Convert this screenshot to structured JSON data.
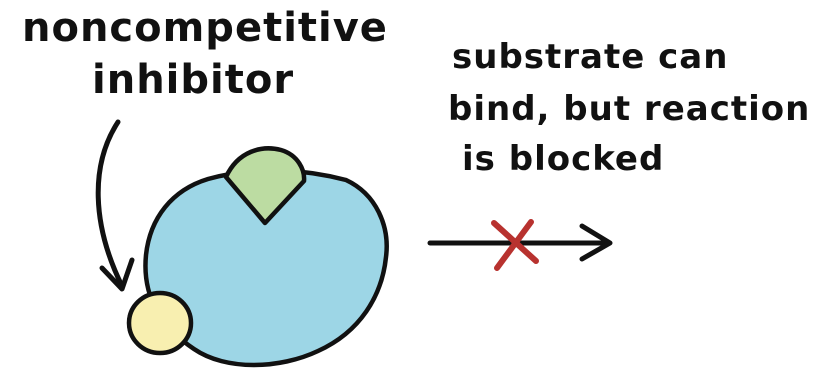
{
  "labels": {
    "inhibitor_line_1": "noncompetitive",
    "inhibitor_line_2": "inhibitor",
    "note_line_1": "substrate can",
    "note_line_2": "bind, but reaction",
    "note_line_3": "is blocked"
  },
  "colors": {
    "enzyme_fill": "#9dd6e6",
    "substrate_fill": "#bcdca2",
    "inhibitor_fill": "#f8efb0",
    "outline": "#111111",
    "blocked_mark": "#b8322f"
  },
  "icons": {
    "blocked_mark": "red-x-icon",
    "reaction_arrow": "right-arrow-icon",
    "pointer_arrow": "curved-arrow-icon"
  }
}
